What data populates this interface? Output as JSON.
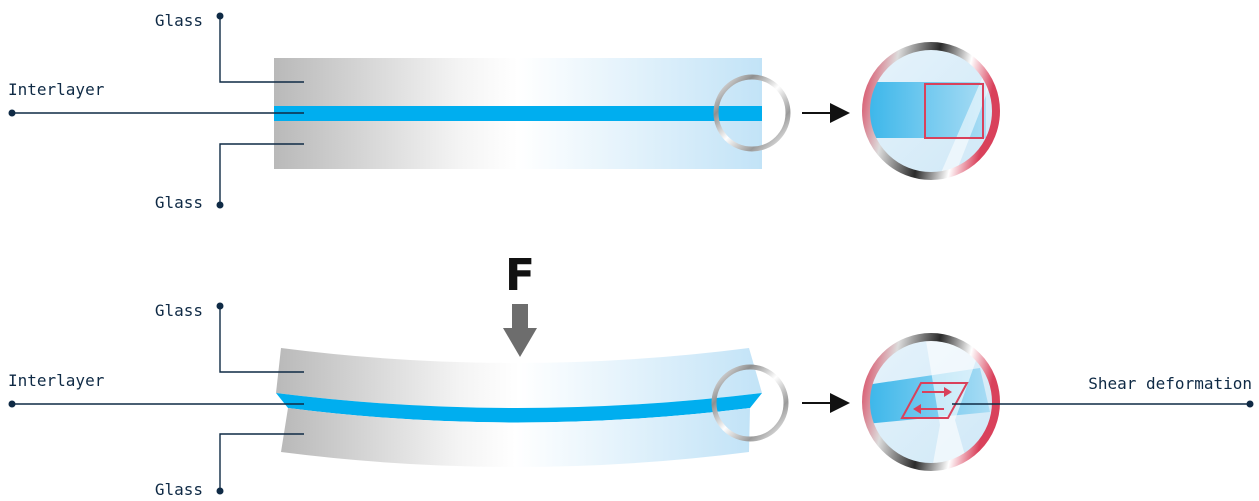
{
  "top_diagram": {
    "label_glass_top": "Glass",
    "label_interlayer": "Interlayer",
    "label_glass_bottom": "Glass"
  },
  "bottom_diagram": {
    "force_label": "F",
    "label_glass_top": "Glass",
    "label_interlayer": "Interlayer",
    "label_glass_bottom": "Glass",
    "label_shear": "Shear deformation"
  },
  "colors": {
    "interlayer": "#00aeef",
    "label_text": "#0f2a45",
    "highlight": "#d9415b",
    "glass_gray": "#bdbdbd",
    "glass_blue": "#cfe8f8"
  }
}
